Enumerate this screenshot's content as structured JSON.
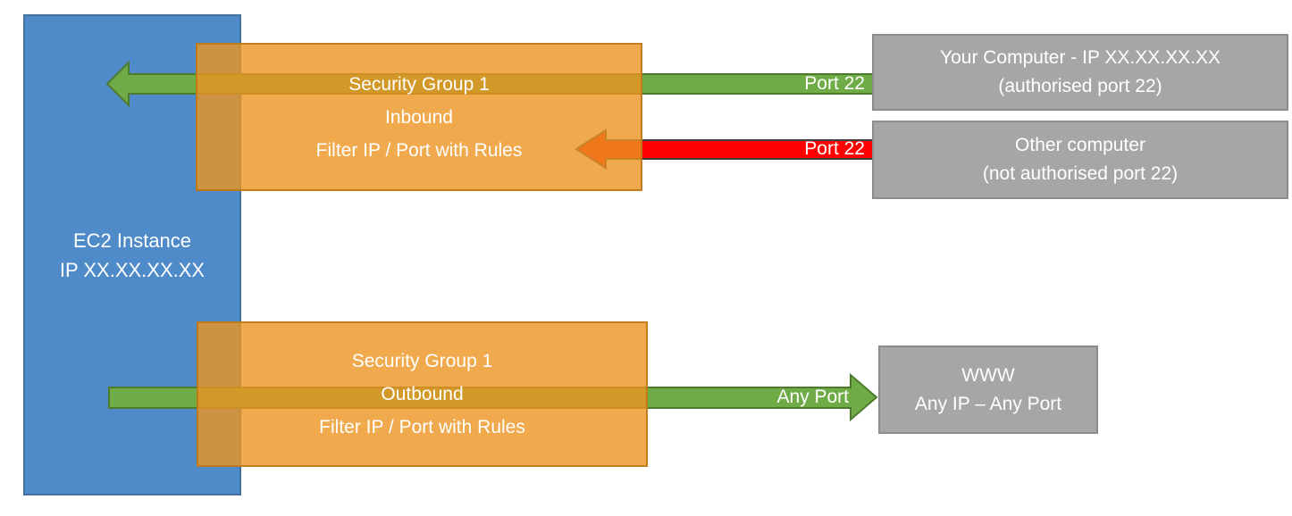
{
  "colors": {
    "blue_fill": "#4E8BC8",
    "blue_border": "#41719C",
    "orange_fill": "rgba(236,149,32,0.8)",
    "orange_border": "rgba(185,117,22,0.85)",
    "green_fill": "#6FAC47",
    "green_border": "#4F7A2E",
    "red_fill": "#FF0000",
    "red_border": "#3F3F3F",
    "gray_fill": "#A6A6A6",
    "gray_border": "#8C8C8C",
    "text_white": "#FFFFFF"
  },
  "ec2": {
    "line1": "EC2 Instance",
    "line2": "IP XX.XX.XX.XX"
  },
  "inbound_sg": {
    "line1": "Security Group 1",
    "line2": "Inbound",
    "line3": "Filter IP / Port with Rules"
  },
  "outbound_sg": {
    "line1": "Security Group 1",
    "line2": "Outbound",
    "line3": "Filter IP / Port with Rules"
  },
  "your_computer": {
    "line1": "Your Computer - IP XX.XX.XX.XX",
    "line2": "(authorised port 22)"
  },
  "other_computer": {
    "line1": "Other computer",
    "line2": "(not authorised port 22)"
  },
  "www": {
    "line1": "WWW",
    "line2": "Any IP – Any Port"
  },
  "arrow_labels": {
    "inbound_allowed": "Port 22",
    "inbound_denied": "Port 22",
    "outbound_allowed": "Any Port"
  }
}
